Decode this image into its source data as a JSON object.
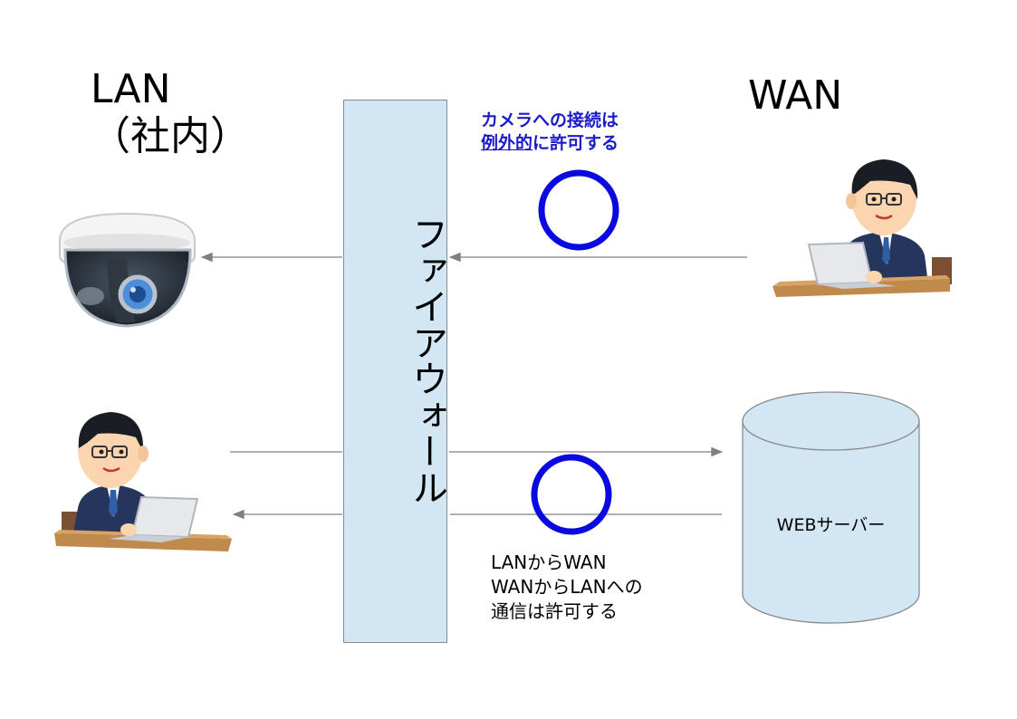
{
  "zones": {
    "lan_title": "LAN",
    "lan_sub": "（社内）",
    "wan_title": "WAN"
  },
  "firewall": {
    "label": "ファイアウォール"
  },
  "notes": {
    "camera_line1": "カメラへの接続は",
    "camera_line2_underlined": "例外的",
    "camera_line2_rest": "に許可する",
    "lan_wan_line1": "LANからWAN",
    "lan_wan_line2": "WANからLANへの",
    "lan_wan_line3": "通信は許可する"
  },
  "server": {
    "label": "WEBサーバー"
  },
  "colors": {
    "firewall_fill": "#d3e6f3",
    "server_fill": "#d3e6f3",
    "allow_circle": "#0a0ae0",
    "note_blue": "#1a1ac8",
    "arrow": "#808080"
  },
  "icons": [
    "security-camera-icon",
    "businessman-laptop-icon",
    "database-server-icon",
    "allow-circle-icon"
  ]
}
